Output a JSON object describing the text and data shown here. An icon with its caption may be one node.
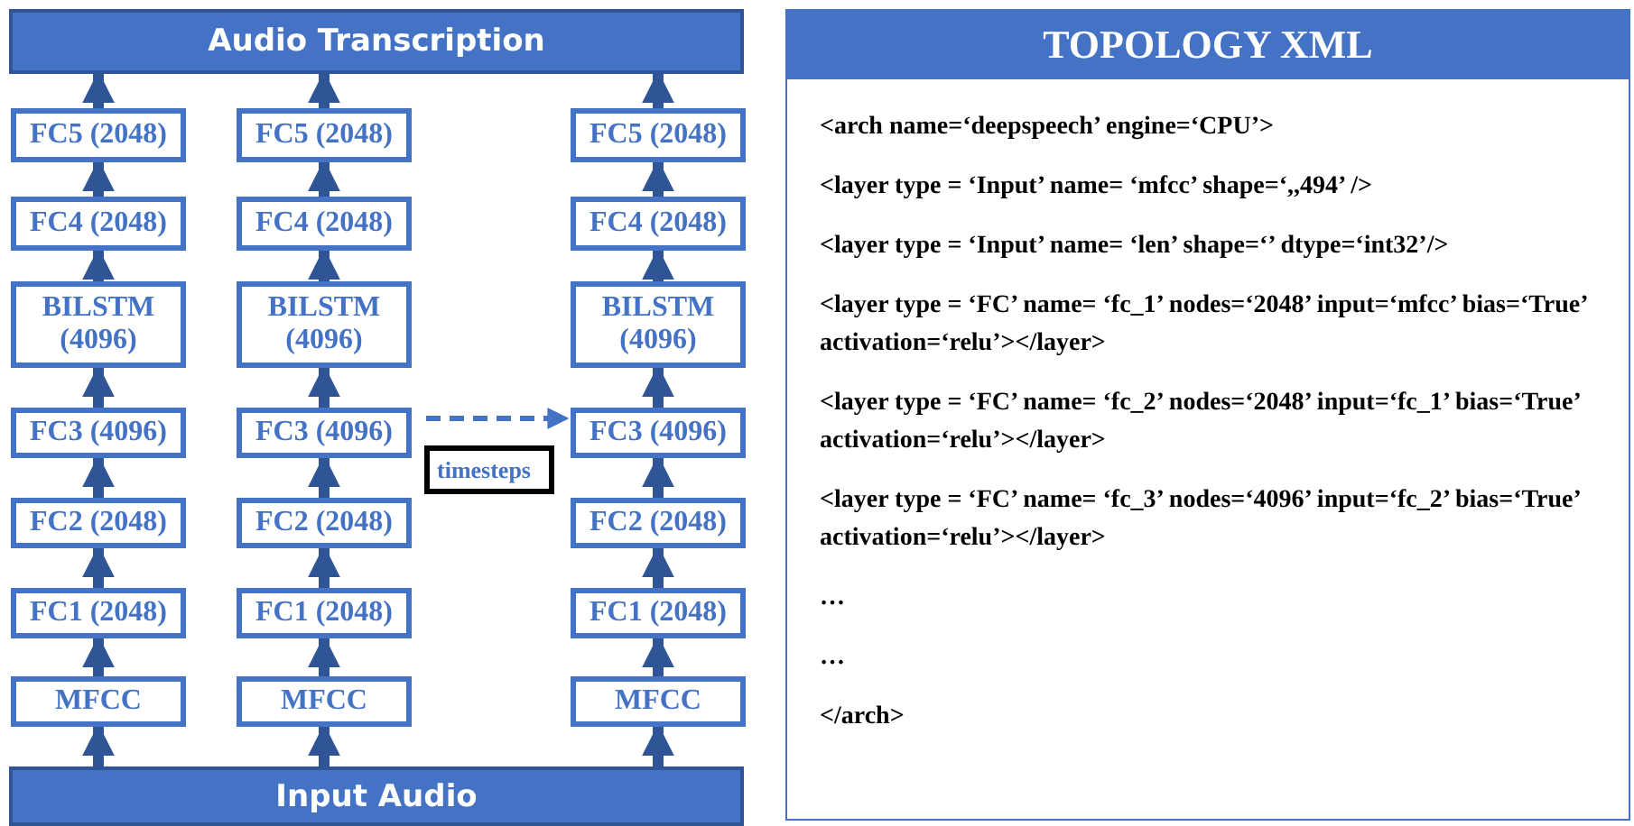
{
  "diagram": {
    "nodes": [
      {
        "text": [
          "Audio Transcription"
        ]
      },
      {
        "text": [
          "FC5 (2048)"
        ]
      },
      {
        "text": [
          "FC4 (2048)"
        ]
      },
      {
        "text": [
          "BILSTM (4096)"
        ]
      },
      {
        "text": [
          "FC3 (4096)"
        ]
      },
      {
        "text": [
          "FC2 (2048)"
        ]
      },
      {
        "text": [
          "FC1 (2048)"
        ]
      },
      {
        "text": [
          "MFCC"
        ]
      },
      {
        "text": [
          "FC5 (2048)"
        ]
      },
      {
        "text": [
          "FC4 (2048)"
        ]
      },
      {
        "text": [
          "BILSTM (4096)"
        ]
      },
      {
        "text": [
          "FC3 (4096)"
        ]
      },
      {
        "text": [
          "FC2 (2048)"
        ]
      },
      {
        "text": [
          "FC1 (2048)"
        ]
      },
      {
        "text": [
          "MFCC"
        ]
      },
      {
        "text": [
          "timesteps"
        ]
      },
      {
        "text": [
          "FC5 (2048)"
        ]
      },
      {
        "text": [
          "FC4 (2048)"
        ]
      },
      {
        "text": [
          "BILSTM (4096)"
        ]
      },
      {
        "text": [
          "FC3 (4096)"
        ]
      },
      {
        "text": [
          "FC2 (2048)"
        ]
      },
      {
        "text": [
          "FC1 (2048)"
        ]
      },
      {
        "text": [
          "MFCC"
        ]
      },
      {
        "text": [
          "Input Audio"
        ]
      },
      {
        "text": [
          "TOPOLOGY XML",
          "<arch name=‘deepspeech’ engine=‘CPU’>",
          "<layer type = ‘Input’ name= ‘mfcc’ shape=‘,,494’ />",
          "<layer type = ‘Input’ name= ‘len’ shape=‘’ dtype=‘int32’/>",
          "<layer type = ‘FC’ name= ‘fc_1’ nodes=‘2048’ input=‘mfcc’ bias=‘True’ activation=‘relu’></layer>",
          "<layer type = ‘FC’ name= ‘fc_2’ nodes=‘2048’ input=‘fc_1’ bias=‘True’ activation=‘relu’></layer>",
          "<layer type = ‘FC’ name= ‘fc_3’ nodes=‘4096’ input=‘fc_2’ bias=‘True’ activation=‘relu’></layer>",
          "…",
          "…",
          "</arch>"
        ]
      }
    ],
    "edges": [
      {
        "from": 23,
        "to": 7,
        "arrow": "to"
      },
      {
        "from": 7,
        "to": 6,
        "arrow": "to"
      },
      {
        "from": 6,
        "to": 5,
        "arrow": "to"
      },
      {
        "from": 5,
        "to": 4,
        "arrow": "to"
      },
      {
        "from": 4,
        "to": 3,
        "arrow": "to"
      },
      {
        "from": 3,
        "to": 2,
        "arrow": "to"
      },
      {
        "from": 2,
        "to": 1,
        "arrow": "to"
      },
      {
        "from": 1,
        "to": 0,
        "arrow": "to"
      },
      {
        "from": 23,
        "to": 14,
        "arrow": "to"
      },
      {
        "from": 14,
        "to": 13,
        "arrow": "to"
      },
      {
        "from": 13,
        "to": 12,
        "arrow": "to"
      },
      {
        "from": 12,
        "to": 11,
        "arrow": "to"
      },
      {
        "from": 11,
        "to": 10,
        "arrow": "to"
      },
      {
        "from": 10,
        "to": 9,
        "arrow": "to"
      },
      {
        "from": 9,
        "to": 8,
        "arrow": "to"
      },
      {
        "from": 8,
        "to": 0,
        "arrow": "to"
      },
      {
        "from": 23,
        "to": 22,
        "arrow": "to"
      },
      {
        "from": 22,
        "to": 21,
        "arrow": "to"
      },
      {
        "from": 21,
        "to": 20,
        "arrow": "to"
      },
      {
        "from": 20,
        "to": 19,
        "arrow": "to"
      },
      {
        "from": 19,
        "to": 18,
        "arrow": "to"
      },
      {
        "from": 18,
        "to": 17,
        "arrow": "to"
      },
      {
        "from": 17,
        "to": 16,
        "arrow": "to"
      },
      {
        "from": 16,
        "to": 0,
        "arrow": "to"
      },
      {
        "from": 11,
        "to": 19,
        "arrow": "to",
        "style": "dashed"
      }
    ]
  }
}
